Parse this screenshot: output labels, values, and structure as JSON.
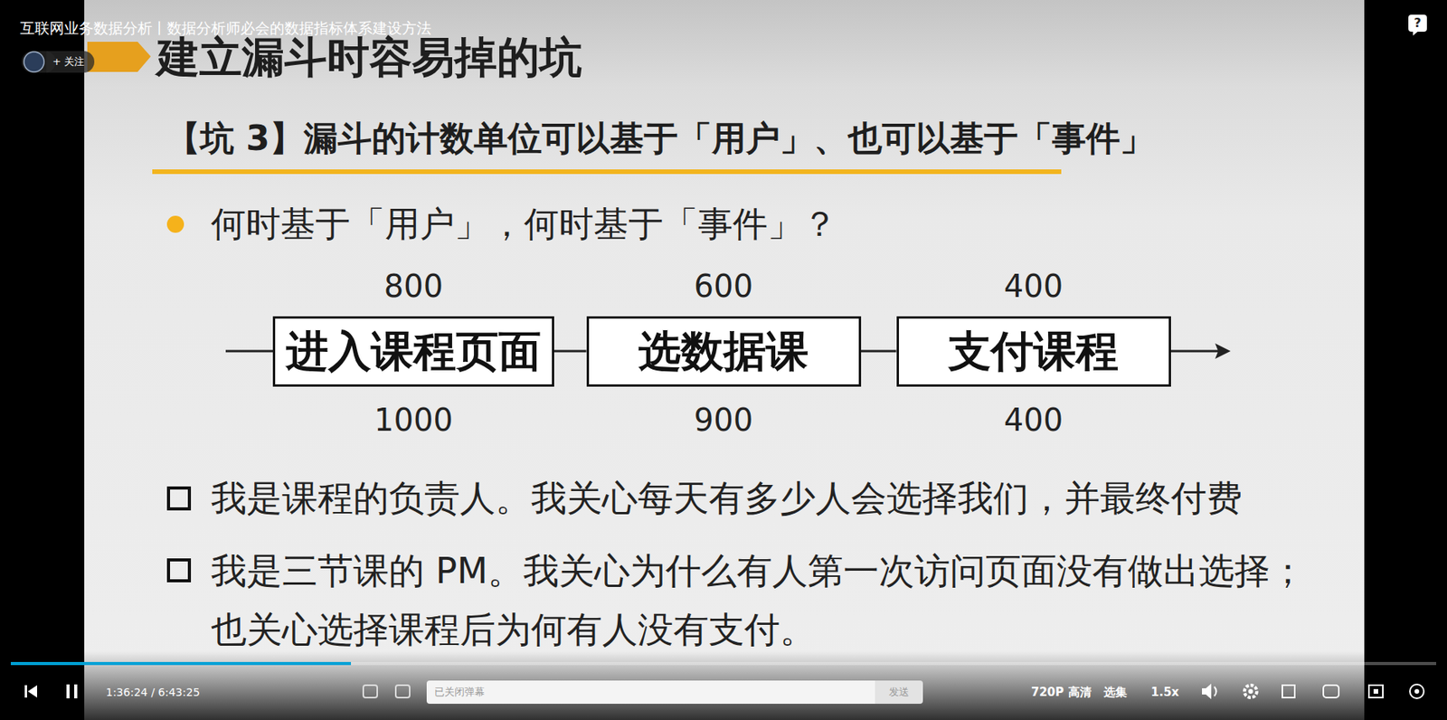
{
  "diagram": {
    "title": "建立漏斗时容易掉的坑",
    "nodes": [
      {
        "text": [
          "+ 关注"
        ]
      },
      {
        "text": [
          "进入课程页面"
        ]
      },
      {
        "text": [
          "选数据课"
        ]
      },
      {
        "text": [
          "支付课程"
        ]
      },
      {
        "text": [
          "已关闭弹幕"
        ]
      },
      {
        "text": [
          "发送"
        ]
      }
    ],
    "edges": [
      {
        "from": 1,
        "to": 2,
        "arrow": "none"
      },
      {
        "from": 2,
        "to": 3,
        "arrow": "none"
      }
    ],
    "labels": [
      "互联网业务数据分析丨数据分析师必会的数据指标体系建设方法",
      "?",
      "【坑 3】漏斗的计数单位可以基于「用户」、也可以基于「事件」",
      "何时基于「用户」，何时基于「事件」？",
      "800",
      "600",
      "400",
      "1000",
      "900",
      "400",
      "我是课程的负责人。我关心每天有多少人会选择我们，并最终付费",
      "我是三节课的 PM。我关心为什么有人第一次访问页面没有做出选择； 也关心选择课程后为何有人没有支付。",
      "1:36:24 / 6:43:25",
      "720P 高清",
      "选集",
      "1.5x"
    ]
  }
}
